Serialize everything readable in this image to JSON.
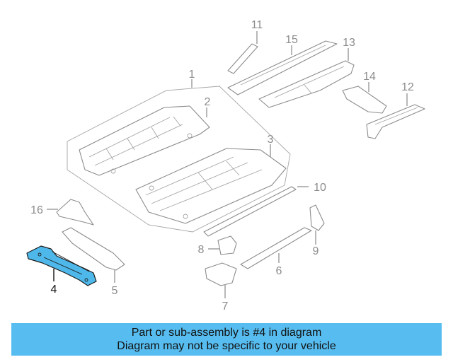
{
  "diagram": {
    "highlighted_part": "4",
    "highlight_color": "#4fb8ea",
    "callouts": {
      "p1": "1",
      "p2": "2",
      "p3": "3",
      "p4": "4",
      "p5": "5",
      "p6": "6",
      "p7": "7",
      "p8": "8",
      "p9": "9",
      "p10": "10",
      "p11": "11",
      "p12": "12",
      "p13": "13",
      "p14": "14",
      "p15": "15",
      "p16": "16"
    }
  },
  "banner": {
    "color": "#57bdf0",
    "line1": "Part or sub-assembly is #4 in diagram",
    "line2": "Diagram may not be specific to your vehicle"
  }
}
